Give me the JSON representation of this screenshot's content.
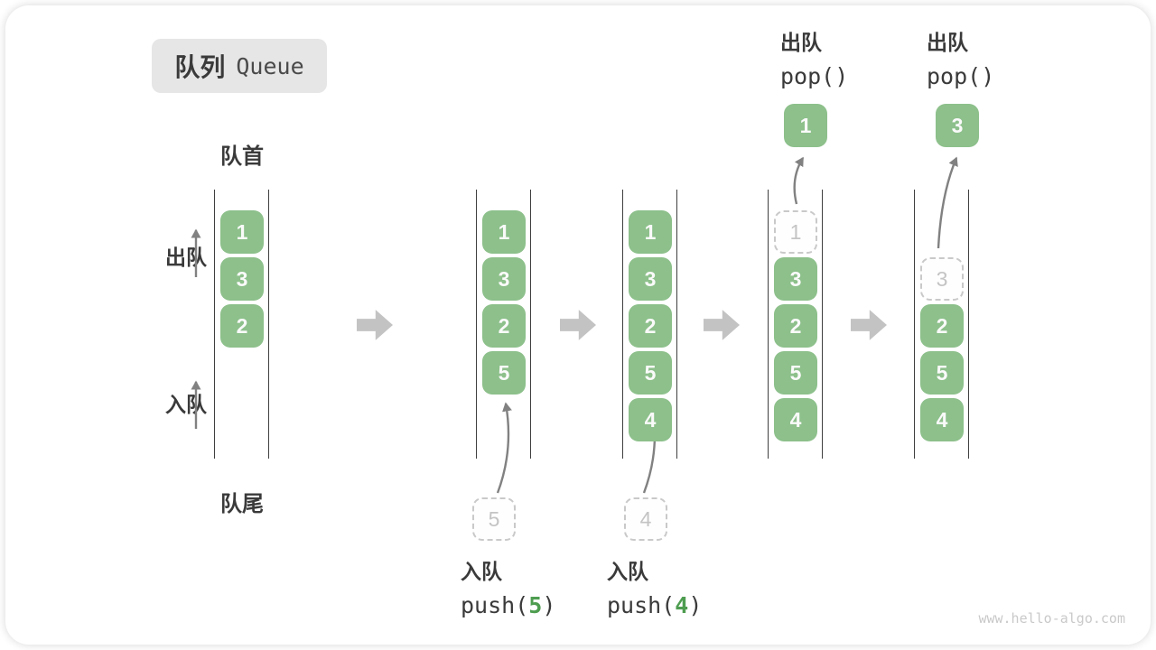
{
  "title": {
    "zh": "队列",
    "en": "Queue"
  },
  "labels": {
    "front": "队首",
    "rear": "队尾",
    "dequeue": "出队",
    "enqueue": "入队"
  },
  "watermark": "www.hello-algo.com",
  "colors": {
    "cell_green": "#8DC08B",
    "cell_text": "#FAFAFA",
    "accent_green": "#4E9D50",
    "text_dark": "#3A3A3A",
    "channel_line": "#3F3F3F",
    "block_arrow_gray": "#C3C3C3",
    "curve_arrow_gray": "#818181",
    "ghost_gray": "#C9C9C9",
    "title_bg": "#E6E6E6"
  },
  "states": [
    {
      "cells": [
        {
          "slot": 0,
          "value": "1",
          "style": "filled"
        },
        {
          "slot": 1,
          "value": "3",
          "style": "filled"
        },
        {
          "slot": 2,
          "value": "2",
          "style": "filled"
        }
      ]
    },
    {
      "cells": [
        {
          "slot": 0,
          "value": "1",
          "style": "filled"
        },
        {
          "slot": 1,
          "value": "3",
          "style": "filled"
        },
        {
          "slot": 2,
          "value": "2",
          "style": "filled"
        },
        {
          "slot": 3,
          "value": "5",
          "style": "filled"
        }
      ],
      "incoming_value": "5",
      "caption": {
        "action": "入队",
        "code_pre": "push(",
        "code_arg": "5",
        "code_post": ")"
      }
    },
    {
      "cells": [
        {
          "slot": 0,
          "value": "1",
          "style": "filled"
        },
        {
          "slot": 1,
          "value": "3",
          "style": "filled"
        },
        {
          "slot": 2,
          "value": "2",
          "style": "filled"
        },
        {
          "slot": 3,
          "value": "5",
          "style": "filled"
        },
        {
          "slot": 4,
          "value": "4",
          "style": "filled"
        }
      ],
      "incoming_value": "4",
      "caption": {
        "action": "入队",
        "code_pre": "push(",
        "code_arg": "4",
        "code_post": ")"
      }
    },
    {
      "cells": [
        {
          "slot": 0,
          "value": "1",
          "style": "dashed"
        },
        {
          "slot": 1,
          "value": "3",
          "style": "filled"
        },
        {
          "slot": 2,
          "value": "2",
          "style": "filled"
        },
        {
          "slot": 3,
          "value": "5",
          "style": "filled"
        },
        {
          "slot": 4,
          "value": "4",
          "style": "filled"
        }
      ],
      "outgoing_value": "1",
      "caption": {
        "action": "出队",
        "code_pre": "pop(",
        "code_arg": "",
        "code_post": ")"
      }
    },
    {
      "cells": [
        {
          "slot": 1,
          "value": "3",
          "style": "dashed"
        },
        {
          "slot": 2,
          "value": "2",
          "style": "filled"
        },
        {
          "slot": 3,
          "value": "5",
          "style": "filled"
        },
        {
          "slot": 4,
          "value": "4",
          "style": "filled"
        }
      ],
      "outgoing_value": "3",
      "caption": {
        "action": "出队",
        "code_pre": "pop(",
        "code_arg": "",
        "code_post": ")"
      }
    }
  ]
}
